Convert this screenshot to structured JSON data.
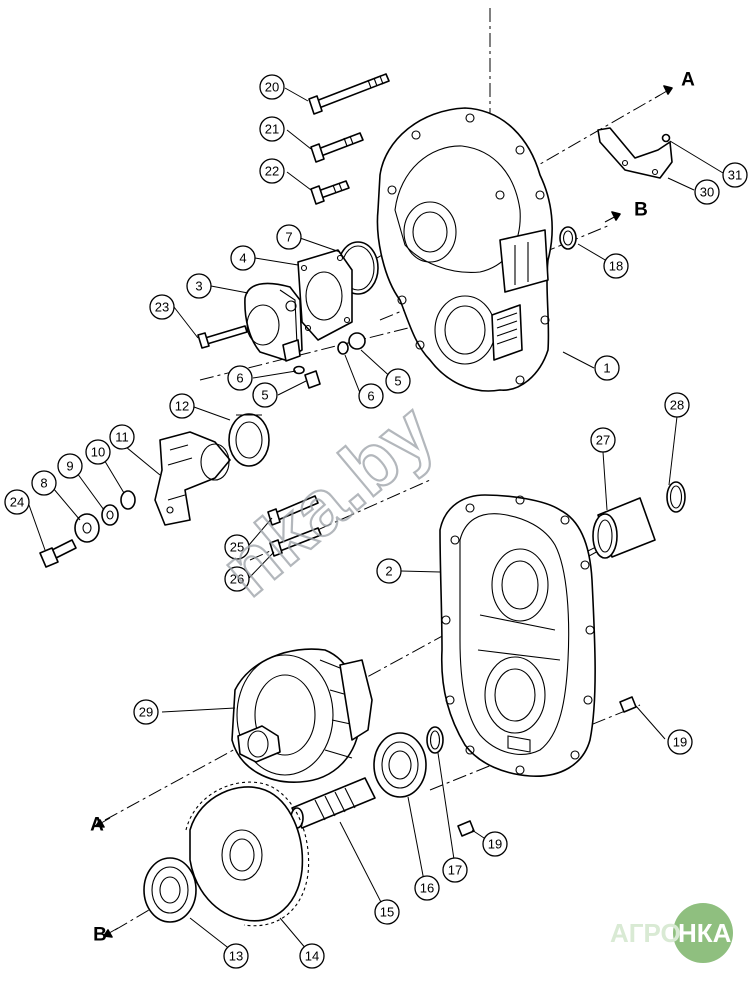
{
  "diagram": {
    "callouts": [
      "1",
      "2",
      "3",
      "4",
      "5",
      "5",
      "6",
      "6",
      "7",
      "8",
      "9",
      "10",
      "11",
      "12",
      "13",
      "14",
      "15",
      "16",
      "17",
      "18",
      "19",
      "19",
      "20",
      "21",
      "22",
      "23",
      "24",
      "25",
      "26",
      "27",
      "28",
      "29",
      "30",
      "31"
    ],
    "axis_labels": [
      "A",
      "A",
      "B",
      "B"
    ]
  },
  "watermark": {
    "text": "nka.by"
  },
  "logo": {
    "left": "АГРО",
    "right": "НКА",
    "colors": {
      "ring": "#8fbf7f",
      "text": "#d9ead4"
    }
  }
}
